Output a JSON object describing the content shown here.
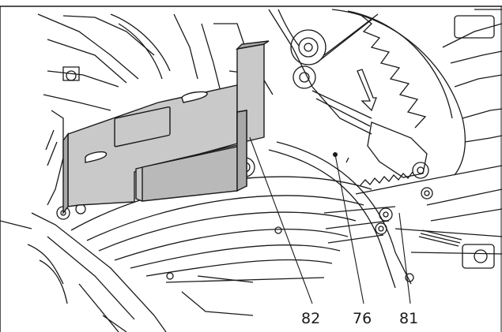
{
  "figure": {
    "callouts": [
      {
        "id": "82",
        "label": "82"
      },
      {
        "id": "76",
        "label": "76"
      },
      {
        "id": "81",
        "label": "81"
      }
    ],
    "colors": {
      "line": "#1a1a1a",
      "fence_fill": "#c9c9c9",
      "fence_shadow": "#a8a8a8",
      "background": "#ffffff"
    }
  }
}
